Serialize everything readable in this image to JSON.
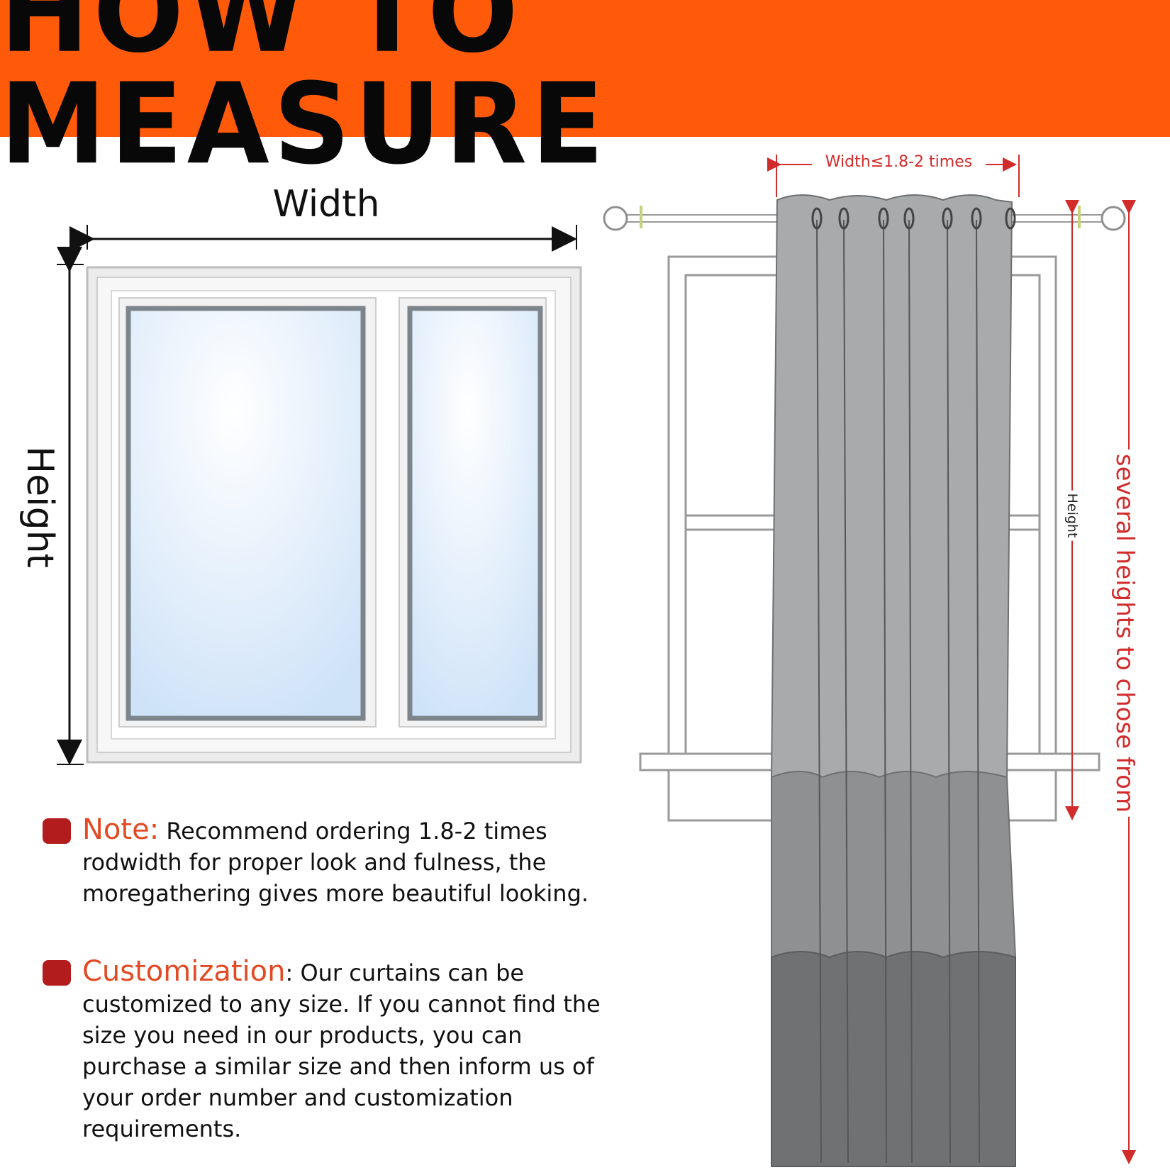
{
  "banner": {
    "title": "HOW TO MEASURE",
    "background": "#ff5a0a"
  },
  "left_window": {
    "width_label": "Width",
    "height_label": "Height"
  },
  "curtain_diagram": {
    "width_label": "Width≤1.8-2 times",
    "height_label": "Height",
    "several_heights_label": "several heights to chose from"
  },
  "notes": [
    {
      "heading": "Note:",
      "text": "Recommend ordering 1.8-2 times rodwidth for proper look and fulness, the moregathering gives more beautiful looking."
    },
    {
      "heading": "Customization",
      "text": ": Our curtains can be customized to any size. If you cannot find the size you need in our products, you can purchase a similar size and then inform us of your order number and customization requirements."
    }
  ],
  "colors": {
    "accent_orange": "#ff5a0a",
    "red": "#d22b2b",
    "bullet": "#b31c1c",
    "glass": "#cfe3f8",
    "curtain_light": "#a9aaab",
    "curtain_mid": "#8f9091",
    "curtain_dark": "#707172"
  }
}
